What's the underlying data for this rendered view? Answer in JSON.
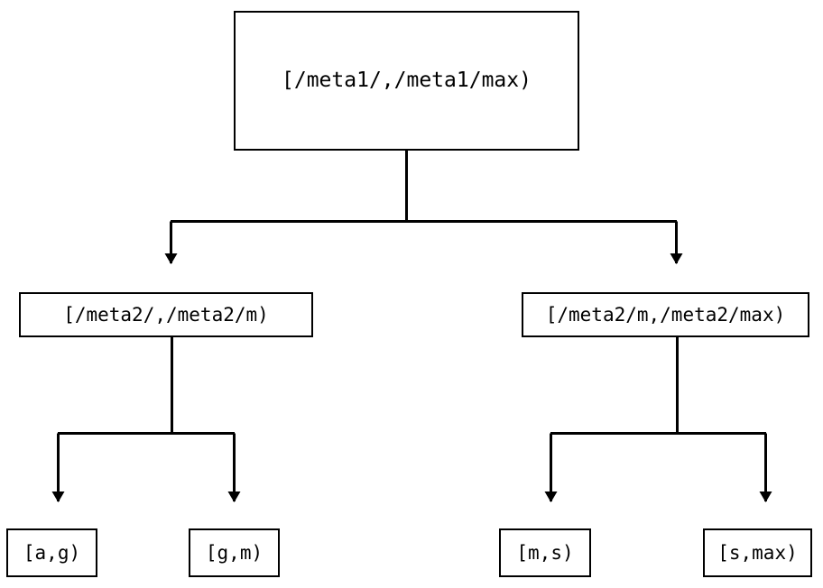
{
  "diagram": {
    "type": "tree",
    "orientation": "top-down",
    "background_color": "#ffffff",
    "line_color": "#000000",
    "text_color": "#000000",
    "edge_style": "orthogonal",
    "arrowhead": "filled-triangle-down",
    "nodes": {
      "root": {
        "label": "[/meta1/,/meta1/max)",
        "level": 0
      },
      "mid_left": {
        "label": "[/meta2/,/meta2/m)",
        "level": 1
      },
      "mid_right": {
        "label": "[/meta2/m,/meta2/max)",
        "level": 1
      },
      "leaf_ag": {
        "label": "[a,g)",
        "level": 2
      },
      "leaf_gm": {
        "label": "[g,m)",
        "level": 2
      },
      "leaf_ms": {
        "label": "[m,s)",
        "level": 2
      },
      "leaf_smax": {
        "label": "[s,max)",
        "level": 2
      }
    },
    "edges": [
      {
        "from": "root",
        "to": "mid_left"
      },
      {
        "from": "root",
        "to": "mid_right"
      },
      {
        "from": "mid_left",
        "to": "leaf_ag"
      },
      {
        "from": "mid_left",
        "to": "leaf_gm"
      },
      {
        "from": "mid_right",
        "to": "leaf_ms"
      },
      {
        "from": "mid_right",
        "to": "leaf_smax"
      }
    ]
  }
}
